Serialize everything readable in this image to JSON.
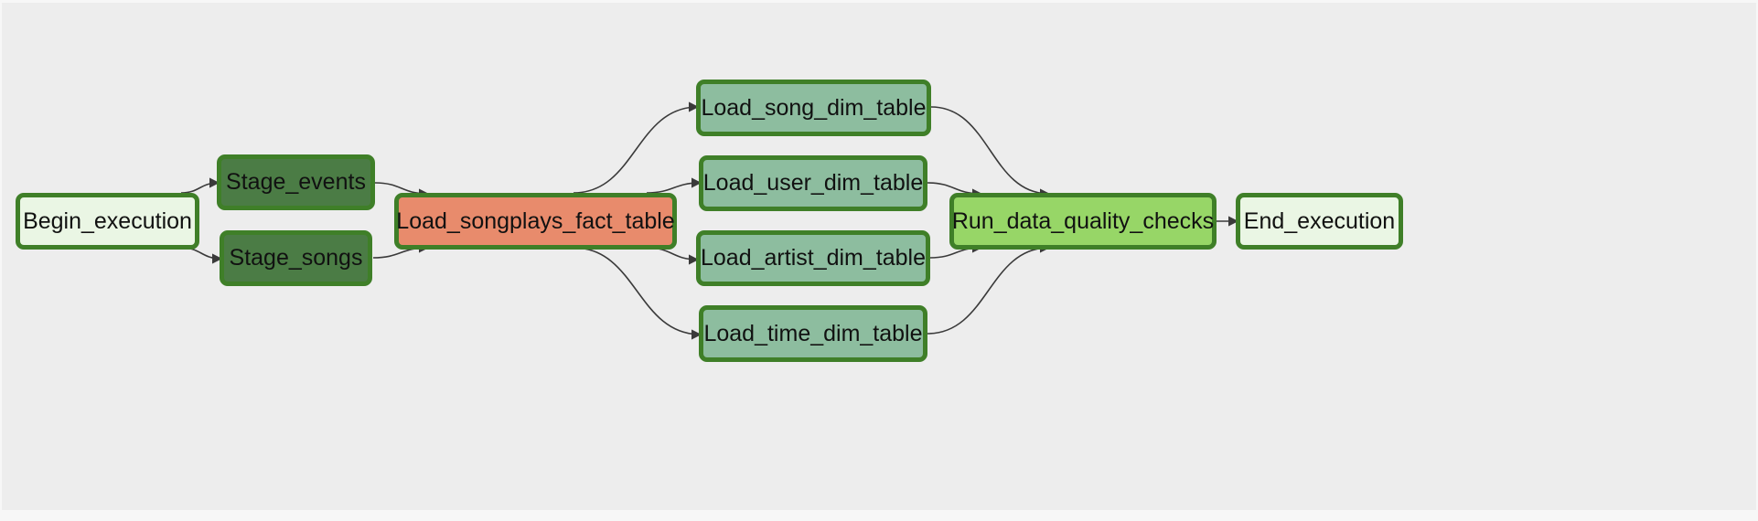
{
  "dag": {
    "nodes": [
      {
        "id": "begin",
        "label": "Begin_execution",
        "style": "s-light"
      },
      {
        "id": "stage_events",
        "label": "Stage_events",
        "style": "s-dark"
      },
      {
        "id": "stage_songs",
        "label": "Stage_songs",
        "style": "s-dark"
      },
      {
        "id": "fact",
        "label": "Load_songplays_fact_table",
        "style": "s-orange"
      },
      {
        "id": "song_dim",
        "label": "Load_song_dim_table",
        "style": "s-teal"
      },
      {
        "id": "user_dim",
        "label": "Load_user_dim_table",
        "style": "s-teal"
      },
      {
        "id": "artist_dim",
        "label": "Load_artist_dim_table",
        "style": "s-teal"
      },
      {
        "id": "time_dim",
        "label": "Load_time_dim_table",
        "style": "s-teal"
      },
      {
        "id": "quality",
        "label": "Run_data_quality_checks",
        "style": "s-lime"
      },
      {
        "id": "end",
        "label": "End_execution",
        "style": "s-light"
      }
    ],
    "edges": [
      [
        "begin",
        "stage_events"
      ],
      [
        "begin",
        "stage_songs"
      ],
      [
        "stage_events",
        "fact"
      ],
      [
        "stage_songs",
        "fact"
      ],
      [
        "fact",
        "song_dim"
      ],
      [
        "fact",
        "user_dim"
      ],
      [
        "fact",
        "artist_dim"
      ],
      [
        "fact",
        "time_dim"
      ],
      [
        "song_dim",
        "quality"
      ],
      [
        "user_dim",
        "quality"
      ],
      [
        "artist_dim",
        "quality"
      ],
      [
        "time_dim",
        "quality"
      ],
      [
        "quality",
        "end"
      ]
    ],
    "colors": {
      "border": "#3f7f28",
      "edge": "#3a3a3a",
      "canvas": "#ededed"
    }
  }
}
